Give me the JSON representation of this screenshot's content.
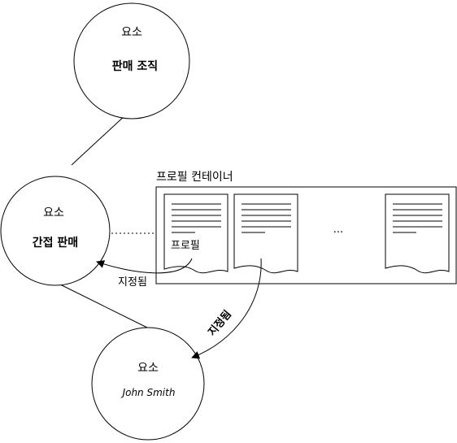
{
  "nodes": {
    "top": {
      "kind": "요소",
      "name": "판매 조직"
    },
    "middle": {
      "kind": "요소",
      "name": "간접 판매"
    },
    "bottom": {
      "kind": "요소",
      "name": "John Smith"
    }
  },
  "container": {
    "label": "프로필 컨테이너",
    "profile_label": "프로필",
    "ellipsis": "..."
  },
  "arrows": {
    "assigned_left": "지정됨",
    "assigned_diag": "지정됨"
  }
}
